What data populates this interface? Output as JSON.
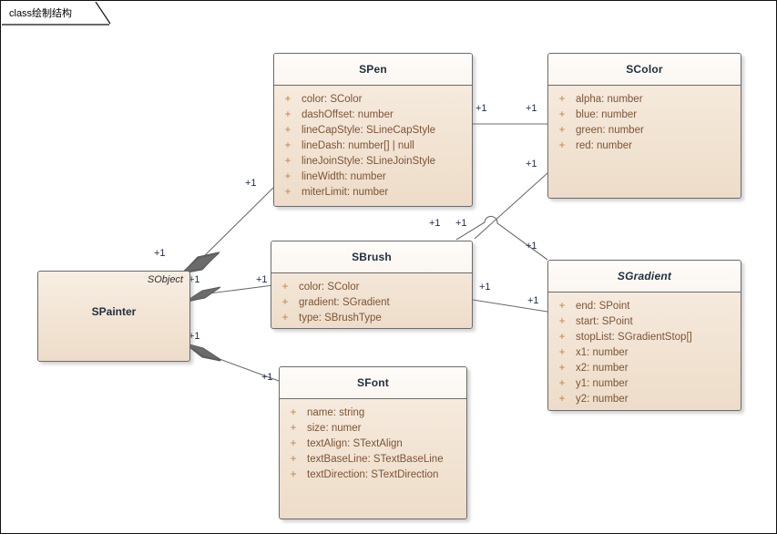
{
  "frame": {
    "label": "class绘制结构",
    "keyword": "class",
    "name": "绘制结构"
  },
  "colors": {
    "box_border": "#6b6b6b",
    "box_header_fill": "#fdfaf6",
    "box_body_fill": "#f2e4d4",
    "visibility": "#c58042",
    "attribute_text": "#7d5434",
    "class_name": "#21303f",
    "multiplicity_text": "#1b2a4a",
    "connector": "#6b6b6b",
    "diamond_fill": "#6b6b6b",
    "page_background": "#ffffff",
    "page_border": "#111111"
  },
  "classes": [
    {
      "id": "spainter",
      "name": "SPainter",
      "stereotype": "SObject",
      "abstract": false,
      "has_members": false,
      "attributes": []
    },
    {
      "id": "spen",
      "name": "SPen",
      "stereotype": "",
      "abstract": false,
      "has_members": true,
      "attributes": [
        {
          "visibility": "+",
          "signature": "color: SColor"
        },
        {
          "visibility": "+",
          "signature": "dashOffset: number"
        },
        {
          "visibility": "+",
          "signature": "lineCapStyle: SLineCapStyle"
        },
        {
          "visibility": "+",
          "signature": "lineDash: number[] | null"
        },
        {
          "visibility": "+",
          "signature": "lineJoinStyle: SLineJoinStyle"
        },
        {
          "visibility": "+",
          "signature": "lineWidth: number"
        },
        {
          "visibility": "+",
          "signature": "miterLimit: number"
        }
      ]
    },
    {
      "id": "scolor",
      "name": "SColor",
      "stereotype": "",
      "abstract": false,
      "has_members": true,
      "attributes": [
        {
          "visibility": "+",
          "signature": "alpha: number"
        },
        {
          "visibility": "+",
          "signature": "blue: number"
        },
        {
          "visibility": "+",
          "signature": "green: number"
        },
        {
          "visibility": "+",
          "signature": "red: number"
        }
      ]
    },
    {
      "id": "sbrush",
      "name": "SBrush",
      "stereotype": "",
      "abstract": false,
      "has_members": true,
      "attributes": [
        {
          "visibility": "+",
          "signature": "color: SColor"
        },
        {
          "visibility": "+",
          "signature": "gradient: SGradient"
        },
        {
          "visibility": "+",
          "signature": "type: SBrushType"
        }
      ]
    },
    {
      "id": "sgradient",
      "name": "SGradient",
      "stereotype": "",
      "abstract": true,
      "has_members": true,
      "attributes": [
        {
          "visibility": "+",
          "signature": "end: SPoint"
        },
        {
          "visibility": "+",
          "signature": "start: SPoint"
        },
        {
          "visibility": "+",
          "signature": "stopList: SGradientStop[]"
        },
        {
          "visibility": "+",
          "signature": "x1: number"
        },
        {
          "visibility": "+",
          "signature": "x2: number"
        },
        {
          "visibility": "+",
          "signature": "y1: number"
        },
        {
          "visibility": "+",
          "signature": "y2: number"
        }
      ]
    },
    {
      "id": "sfont",
      "name": "SFont",
      "stereotype": "",
      "abstract": false,
      "has_members": true,
      "attributes": [
        {
          "visibility": "+",
          "signature": "name: string"
        },
        {
          "visibility": "+",
          "signature": "size: numer"
        },
        {
          "visibility": "+",
          "signature": "textAlign: STextAlign"
        },
        {
          "visibility": "+",
          "signature": "textBaseLine: STextBaseLine"
        },
        {
          "visibility": "+",
          "signature": "textDirection: STextDirection"
        }
      ]
    }
  ],
  "relationships": [
    {
      "id": "r1",
      "type": "aggregation",
      "from": "spainter",
      "to": "spen",
      "source_multiplicity": "+1",
      "target_multiplicity": "+1"
    },
    {
      "id": "r2",
      "type": "aggregation",
      "from": "spainter",
      "to": "sbrush",
      "source_multiplicity": "+1",
      "target_multiplicity": "+1"
    },
    {
      "id": "r3",
      "type": "aggregation",
      "from": "spainter",
      "to": "sfont",
      "source_multiplicity": "+1",
      "target_multiplicity": "+1"
    },
    {
      "id": "r4",
      "type": "association",
      "from": "spen",
      "to": "scolor",
      "source_multiplicity": "+1",
      "target_multiplicity": "+1"
    },
    {
      "id": "r5",
      "type": "association",
      "from": "sbrush",
      "to": "scolor",
      "source_multiplicity": "+1",
      "target_multiplicity": "+1"
    },
    {
      "id": "r6",
      "type": "association",
      "from": "sbrush",
      "to": "sgradient",
      "source_multiplicity": "+1",
      "target_multiplicity": "+1"
    }
  ],
  "multiplicity_labels": [
    {
      "id": "m_spen_src",
      "text": "+1"
    },
    {
      "id": "m_spen_scolor_a",
      "text": "+1"
    },
    {
      "id": "m_spen_scolor_b",
      "text": "+1"
    },
    {
      "id": "m_scolor_low",
      "text": "+1"
    },
    {
      "id": "m_sbrush_scolor",
      "text": "+1"
    },
    {
      "id": "m_painter_pen",
      "text": "+1"
    },
    {
      "id": "m_painter_brush",
      "text": "+1"
    },
    {
      "id": "m_brush_src",
      "text": "+1"
    },
    {
      "id": "m_painter_font",
      "text": "+1"
    },
    {
      "id": "m_brush_grad_src",
      "text": "+1"
    },
    {
      "id": "m_grad_tgt",
      "text": "+1"
    },
    {
      "id": "m_font_src",
      "text": "+1"
    }
  ]
}
